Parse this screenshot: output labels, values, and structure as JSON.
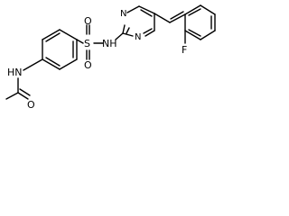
{
  "molecule": {
    "atoms": {
      "amide_nh": "HN",
      "amide_o": "O",
      "sulfonyl_s": "S",
      "sulfonyl_o_top": "O",
      "sulfonyl_o_bottom": "O",
      "sulfonamide_nh": "NH",
      "pyrimidine_n_upper": "N",
      "pyrimidine_n_lower": "N",
      "fluorine": "F"
    }
  }
}
